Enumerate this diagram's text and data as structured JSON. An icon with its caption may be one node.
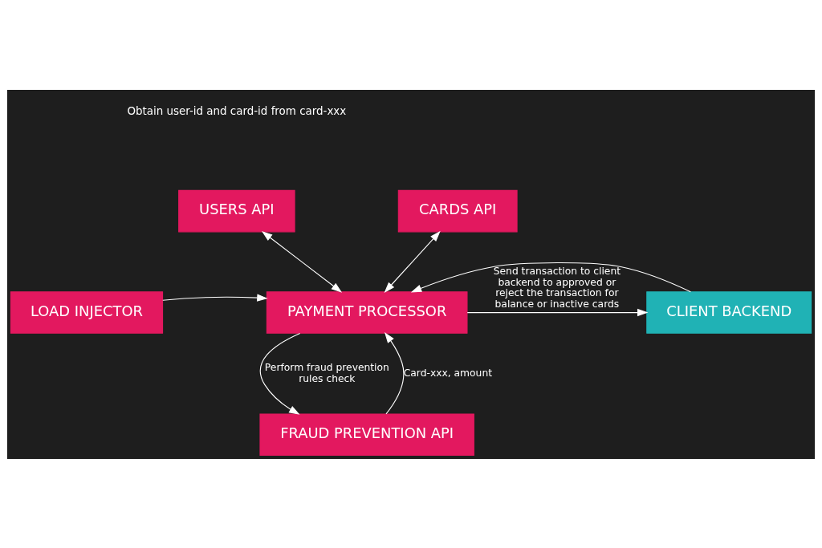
{
  "diagram": {
    "nodes": [
      {
        "text": [
          "USERS API"
        ]
      },
      {
        "text": [
          "CARDS API"
        ]
      },
      {
        "text": [
          "LOAD INJECTOR"
        ]
      },
      {
        "text": [
          "PAYMENT PROCESSOR"
        ]
      },
      {
        "text": [
          "CLIENT BACKEND"
        ]
      },
      {
        "text": [
          "FRAUD PREVENTION API"
        ]
      }
    ],
    "edges": [
      {
        "from": 0,
        "to": 3,
        "arrow": "both"
      },
      {
        "from": 1,
        "to": 3,
        "arrow": "both"
      },
      {
        "from": 2,
        "to": 3,
        "arrow": "to"
      },
      {
        "from": 3,
        "to": 4,
        "arrow": "to",
        "label": "Send transaction to client backend to approved or reject the transaction for balance or inactive cards"
      },
      {
        "from": 4,
        "to": 3,
        "arrow": "to"
      },
      {
        "from": 5,
        "to": 3,
        "arrow": "to",
        "label": "Card-xxx, amount"
      },
      {
        "from": 3,
        "to": 5,
        "arrow": "to",
        "label": "Perform fraud prevention rules check"
      }
    ],
    "labels": [
      "Obtain user-id and card-id from card-xxx"
    ]
  }
}
